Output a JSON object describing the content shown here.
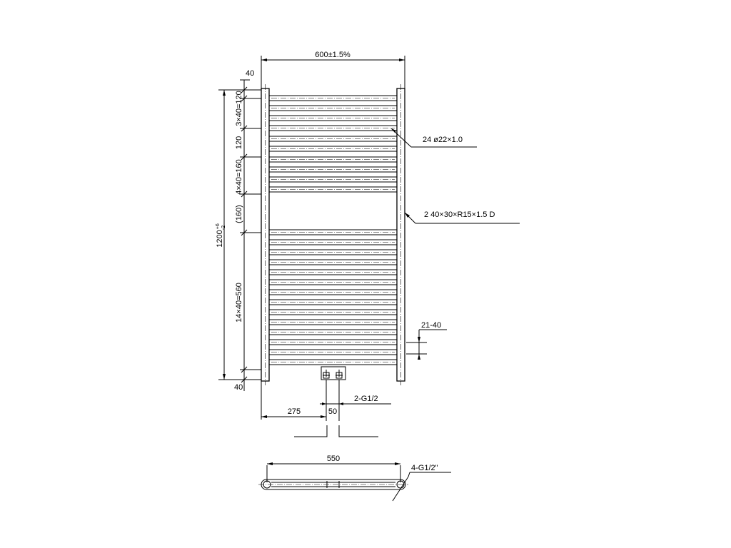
{
  "drawing": {
    "dimensions": {
      "overall_width": "600±1.5%",
      "overall_height": "1200",
      "overall_height_tolerance_upper": "+6",
      "overall_height_tolerance_lower": "-2",
      "top_offset": "40",
      "bottom_offset": "40",
      "group_top": "3×40=120",
      "gap_top": "120",
      "group_mid": "4×40=160",
      "gap_mid": "(160)",
      "group_bottom": "14×40=560",
      "connection_offset": "275",
      "connection_spacing": "50",
      "bracket_range": "21-40",
      "rail_centers": "550"
    },
    "callouts": {
      "tubes": "24 ø22×1.0",
      "rails": "2  40×30×R15×1.5  D",
      "inlets": "2-G1/2",
      "plan_ports": "4-G1/2\""
    },
    "colors": {
      "line": "#000000",
      "background": "#ffffff"
    }
  }
}
